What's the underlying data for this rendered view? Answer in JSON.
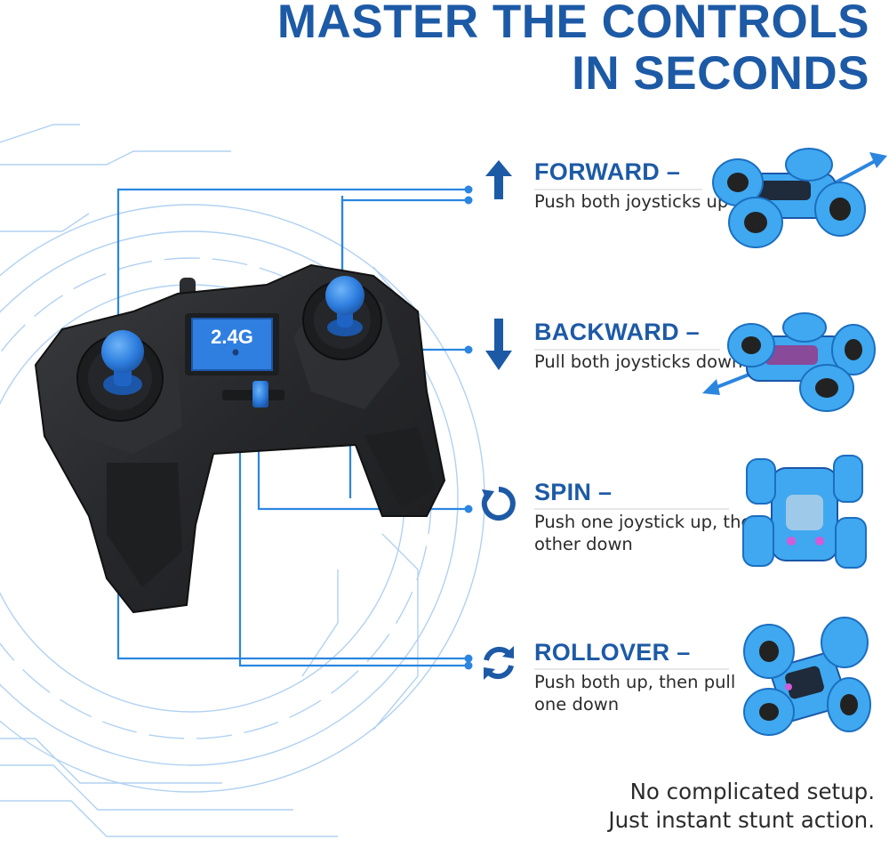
{
  "header": {
    "title_line1": "MASTER THE CONTROLS",
    "title_line2": "IN SECONDS"
  },
  "controller": {
    "badge": "2.4G"
  },
  "actions": [
    {
      "icon": "arrow-up-icon",
      "title": "FORWARD –",
      "desc": "Push both joysticks up"
    },
    {
      "icon": "arrow-down-icon",
      "title": "BACKWARD –",
      "desc": "Pull both joysticks down"
    },
    {
      "icon": "spin-icon",
      "title": "SPIN –",
      "desc": "Push one joystick up, the other down"
    },
    {
      "icon": "rollover-icon",
      "title": "ROLLOVER –",
      "desc": "Push both up, then pull one down"
    }
  ],
  "footer": {
    "line1": "No complicated setup.",
    "line2": "Just instant stunt action."
  },
  "colors": {
    "accent": "#1d5aa6",
    "line_blue": "#2b86e0",
    "car_blue": "#3fa8f0",
    "controller": "#2a2b2d"
  }
}
